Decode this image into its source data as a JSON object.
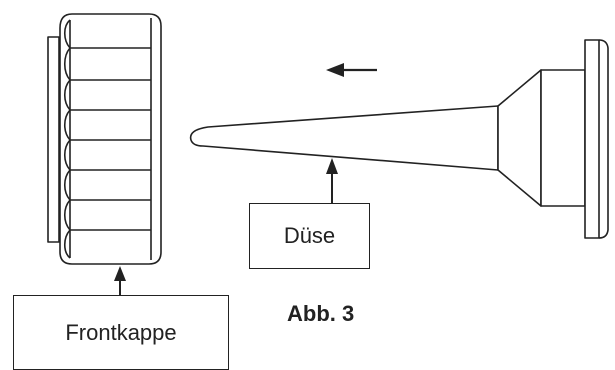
{
  "labels": {
    "nozzle": "Düse",
    "front_cap": "Frontkappe"
  },
  "caption": "Abb. 3",
  "colors": {
    "line": "#222222",
    "background": "#ffffff"
  },
  "icons": {
    "direction_arrow": "arrow-left-icon",
    "pointer_arrow": "arrow-up-icon"
  }
}
